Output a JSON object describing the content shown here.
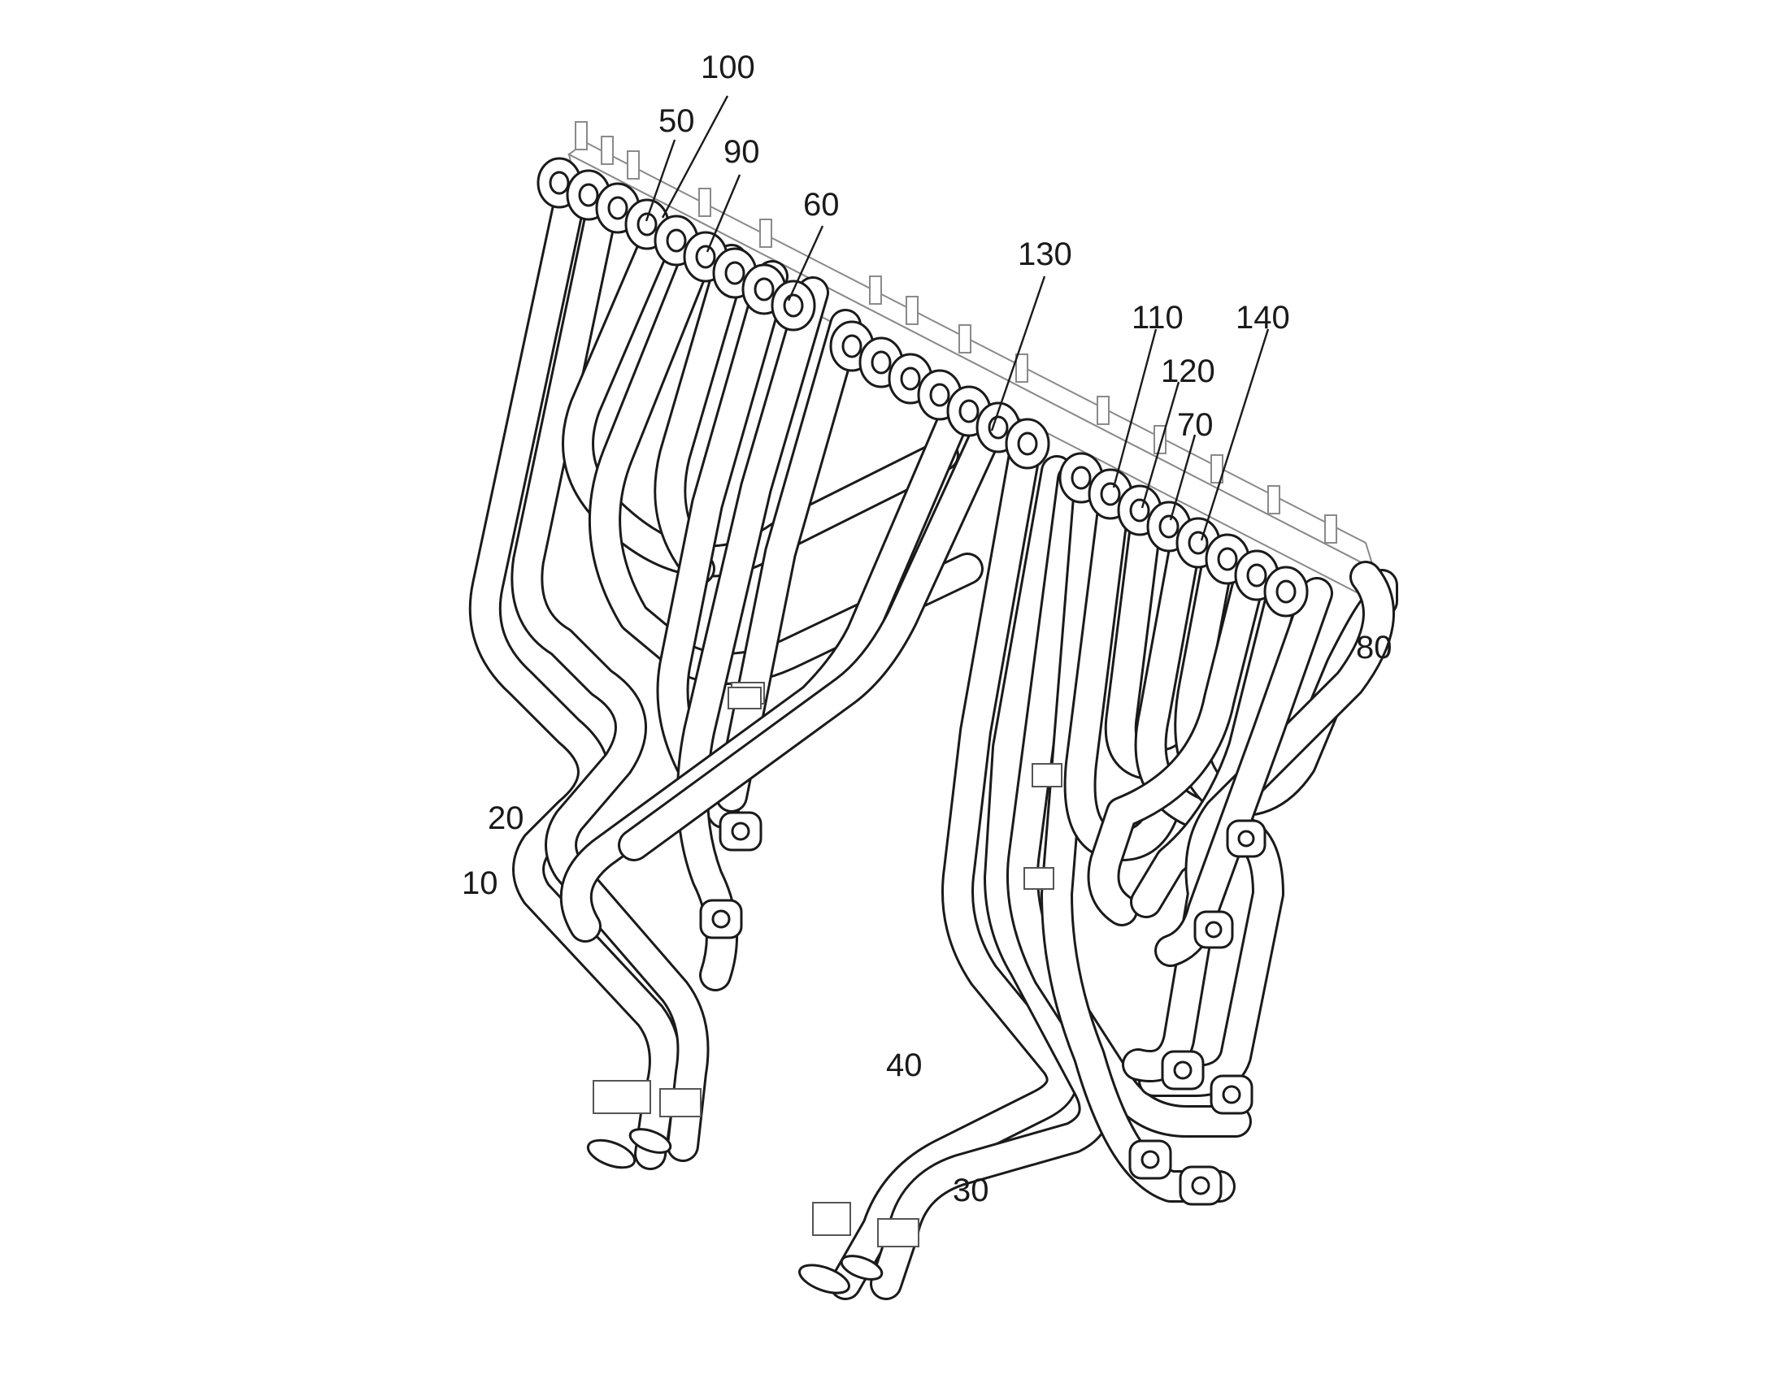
{
  "figure": {
    "labels": {
      "l10": "10",
      "l20": "20",
      "l30": "30",
      "l40": "40",
      "l50": "50",
      "l60": "60",
      "l70": "70",
      "l80": "80",
      "l90": "90",
      "l100": "100",
      "l110": "110",
      "l120": "120",
      "l130": "130",
      "l140": "140"
    }
  }
}
